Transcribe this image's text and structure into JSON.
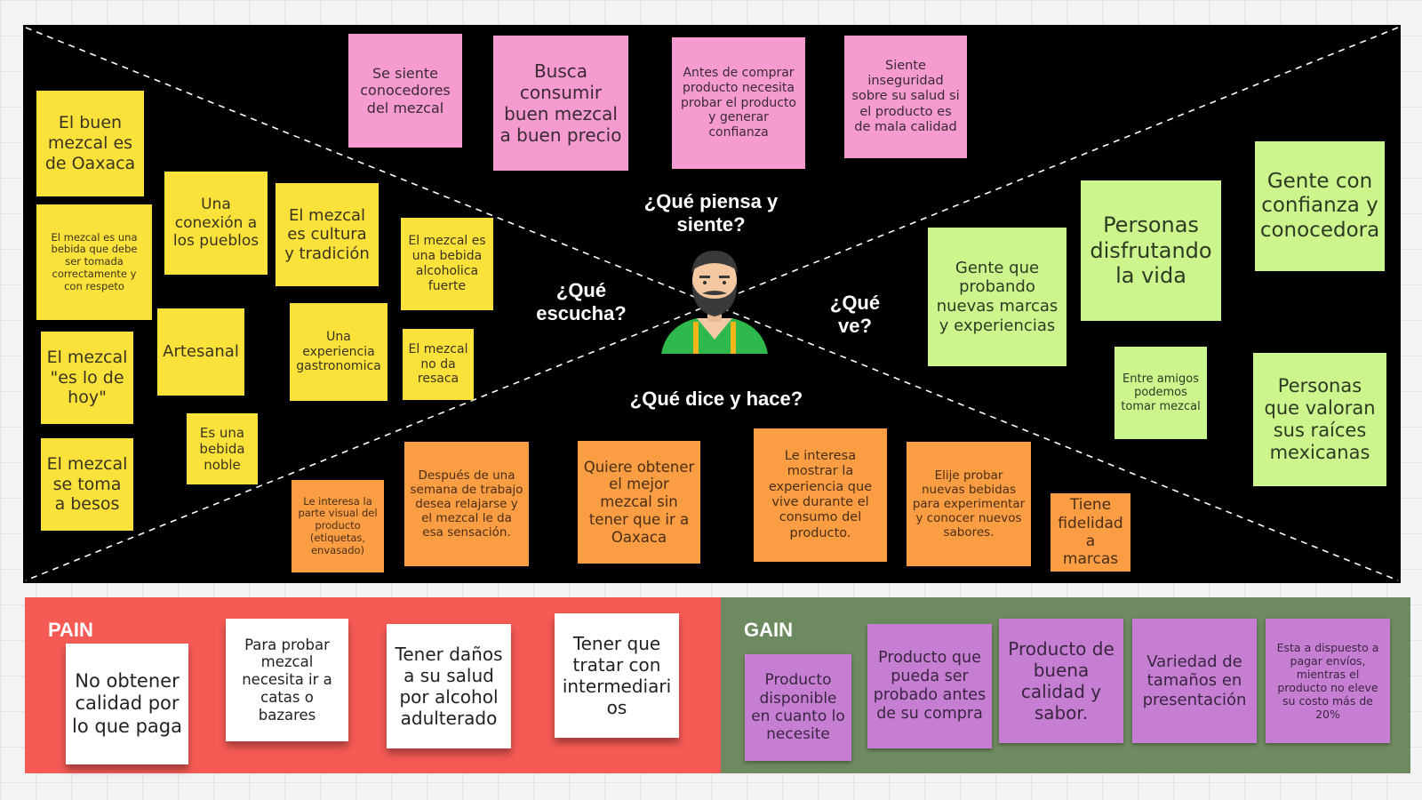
{
  "questions": {
    "think_feel": "¿Qué piensa y siente?",
    "hear": "¿Qué escucha?",
    "see": "¿Qué ve?",
    "say_do": "¿Qué dice y hace?"
  },
  "think_feel_notes": [
    "Se siente conocedores del mezcal",
    "Busca consumir buen mezcal a buen precio",
    "Antes de comprar producto necesita probar el producto y generar confianza",
    "Siente inseguridad sobre su salud si el producto es de mala calidad"
  ],
  "hear_notes": [
    "El buen mezcal es de Oaxaca",
    "El mezcal es una bebida que debe ser tomada correctamente y con respeto",
    "El mezcal \"es lo de hoy\"",
    "El mezcal se toma a besos",
    "Una conexión a los pueblos",
    "Artesanal",
    "Es una bebida noble",
    "El mezcal es cultura y tradición",
    "Una experiencia gastronomica",
    "El mezcal es una bebida alcoholica fuerte",
    "El mezcal no da resaca"
  ],
  "see_notes": [
    "Gente que probando nuevas marcas y experiencias",
    "Personas disfrutando la vida",
    "Gente con confianza y conocedora",
    "Entre amigos podemos tomar mezcal",
    "Personas que valoran sus raíces mexicanas"
  ],
  "say_do_notes": [
    "Le interesa la parte visual del producto (etiquetas, envasado)",
    "Después de una semana de trabajo desea relajarse y el mezcal le da esa sensación.",
    "Quiere obtener el mejor mezcal sin tener que ir a Oaxaca",
    "Le interesa mostrar la experiencia que vive durante el consumo del producto.",
    "Elije probar nuevas bebidas para experimentar y conocer nuevos sabores.",
    "Tiene fidelidad a marcas"
  ],
  "pain": {
    "title": "PAIN",
    "notes": [
      "No obtener calidad por lo que paga",
      "Para probar mezcal necesita ir a catas o bazares",
      "Tener daños a su salud por alcohol adulterado",
      "Tener que tratar con intermediari os"
    ]
  },
  "gain": {
    "title": "GAIN",
    "notes": [
      "Producto disponible en cuanto lo necesite",
      "Producto que pueda ser probado antes de su compra",
      "Producto de buena calidad y sabor.",
      "Variedad de tamaños en presentación",
      "Esta a dispuesto a pagar envíos, mientras el producto no eleve su costo más de 20%"
    ]
  },
  "icons": {
    "persona": "man-with-beard-avatar-icon"
  },
  "colors": {
    "board": "#000000",
    "yellow": "#fbe23a",
    "pink": "#f59bd0",
    "green": "#ccf58d",
    "orange": "#fa9d43",
    "pain": "#f65a55",
    "gain": "#6e8a60",
    "purple": "#c67ed3"
  }
}
